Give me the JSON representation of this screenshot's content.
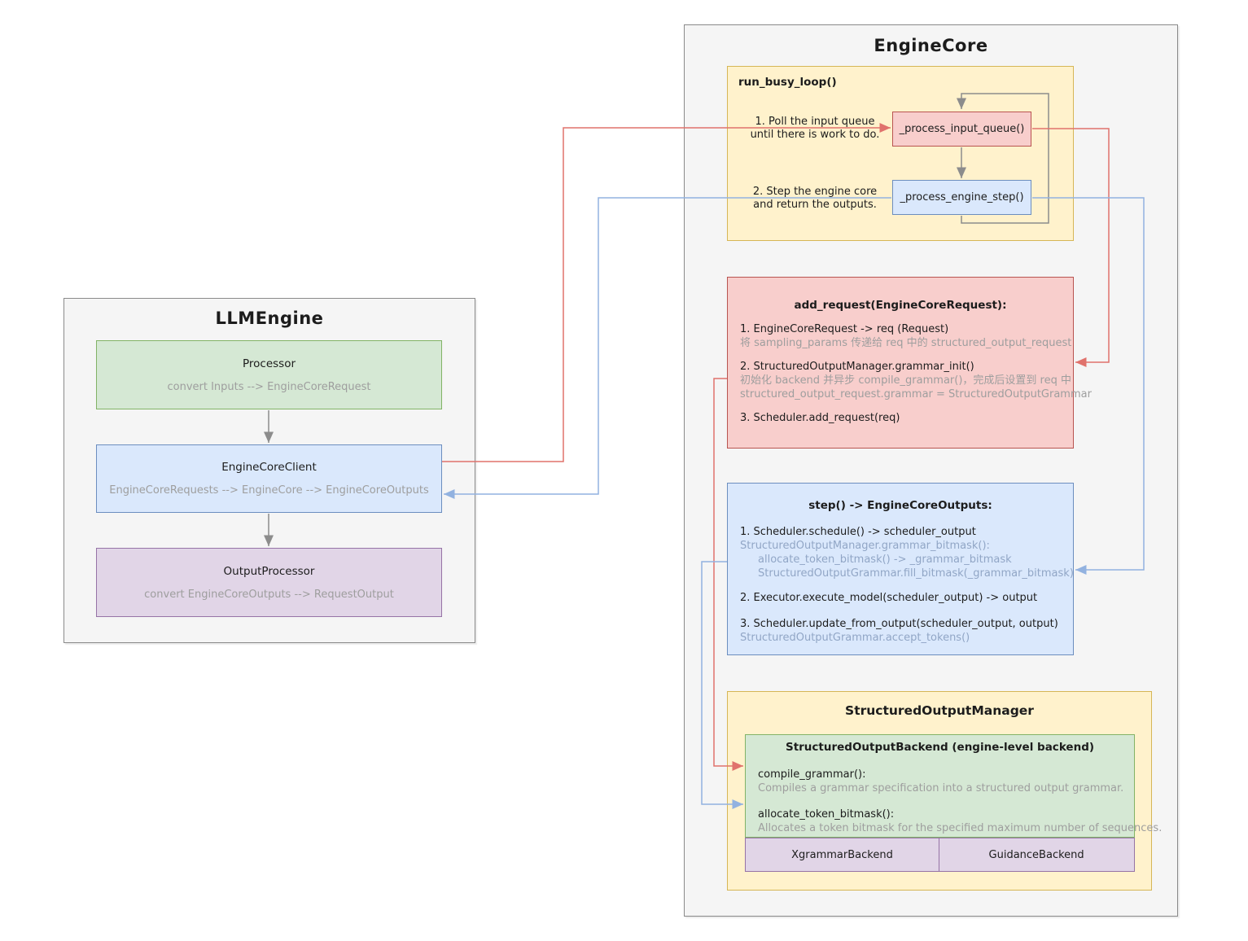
{
  "colors": {
    "canvas_bg": "#ffffff",
    "panel_fill": "#f5f5f5",
    "panel_border": "#8a8a8a",
    "yellow_fill": "#fff2cc",
    "yellow_border": "#d6b656",
    "green_fill": "#d5e8d4",
    "green_border": "#82b366",
    "blue_fill": "#dae8fc",
    "blue_border": "#6c8ebf",
    "red_fill": "#f8cecc",
    "red_border": "#b85450",
    "purple_fill": "#e1d5e7",
    "purple_border": "#9673a6",
    "arrow_gray": "#8c8c8c",
    "arrow_red": "#e0726c",
    "arrow_blue": "#92b2e0",
    "text_black": "#1c1c1c",
    "text_gray": "#9e9e9e",
    "text_bluegray": "#91a6c6"
  },
  "llm_engine": {
    "title": "LLMEngine",
    "processor": {
      "title": "Processor",
      "subtitle": "convert Inputs --> EngineCoreRequest"
    },
    "engine_core_client": {
      "title": "EngineCoreClient",
      "subtitle": "EngineCoreRequests --> EngineCore --> EngineCoreOutputs"
    },
    "output_processor": {
      "title": "OutputProcessor",
      "subtitle": "convert EngineCoreOutputs --> RequestOutput"
    }
  },
  "engine_core": {
    "title": "EngineCore",
    "run_busy_loop": {
      "title": "run_busy_loop()",
      "label1_line1": "1. Poll the input queue",
      "label1_line2": "until there is work to do.",
      "label2_line1": "2. Step the engine core",
      "label2_line2": "and return the outputs.",
      "process_input_queue": "_process_input_queue()",
      "process_engine_step": "_process_engine_step()"
    },
    "add_request": {
      "title": "add_request(EngineCoreRequest):",
      "lines": [
        "1. EngineCoreRequest -> req (Request)",
        "将 sampling_params 传递给 req 中的 structured_output_request",
        "2. StructuredOutputManager.grammar_init()",
        "初始化 backend 并异步 compile_grammar()，完成后设置到 req 中",
        "structured_output_request.grammar = StructuredOutputGrammar",
        "3. Scheduler.add_request(req)"
      ]
    },
    "step": {
      "title": "step() -> EngineCoreOutputs:",
      "lines": [
        "1. Scheduler.schedule() -> scheduler_output",
        "StructuredOutputManager.grammar_bitmask():",
        "allocate_token_bitmask() -> _grammar_bitmask",
        "StructuredOutputGrammar.fill_bitmask(_grammar_bitmask)",
        "2. Executor.execute_model(scheduler_output) -> output",
        "3. Scheduler.update_from_output(scheduler_output, output)",
        "StructuredOutputGrammar.accept_tokens()"
      ]
    },
    "structured_output_manager": {
      "title": "StructuredOutputManager",
      "backend": {
        "title": "StructuredOutputBackend (engine-level backend)",
        "compile_grammar": "compile_grammar():",
        "compile_grammar_desc": "Compiles a grammar specification into a structured output grammar.",
        "allocate_token_bitmask": "allocate_token_bitmask():",
        "allocate_token_bitmask_desc": "Allocates a token bitmask for the specified maximum number of sequences.",
        "backend_left": "XgrammarBackend",
        "backend_right": "GuidanceBackend"
      }
    }
  }
}
